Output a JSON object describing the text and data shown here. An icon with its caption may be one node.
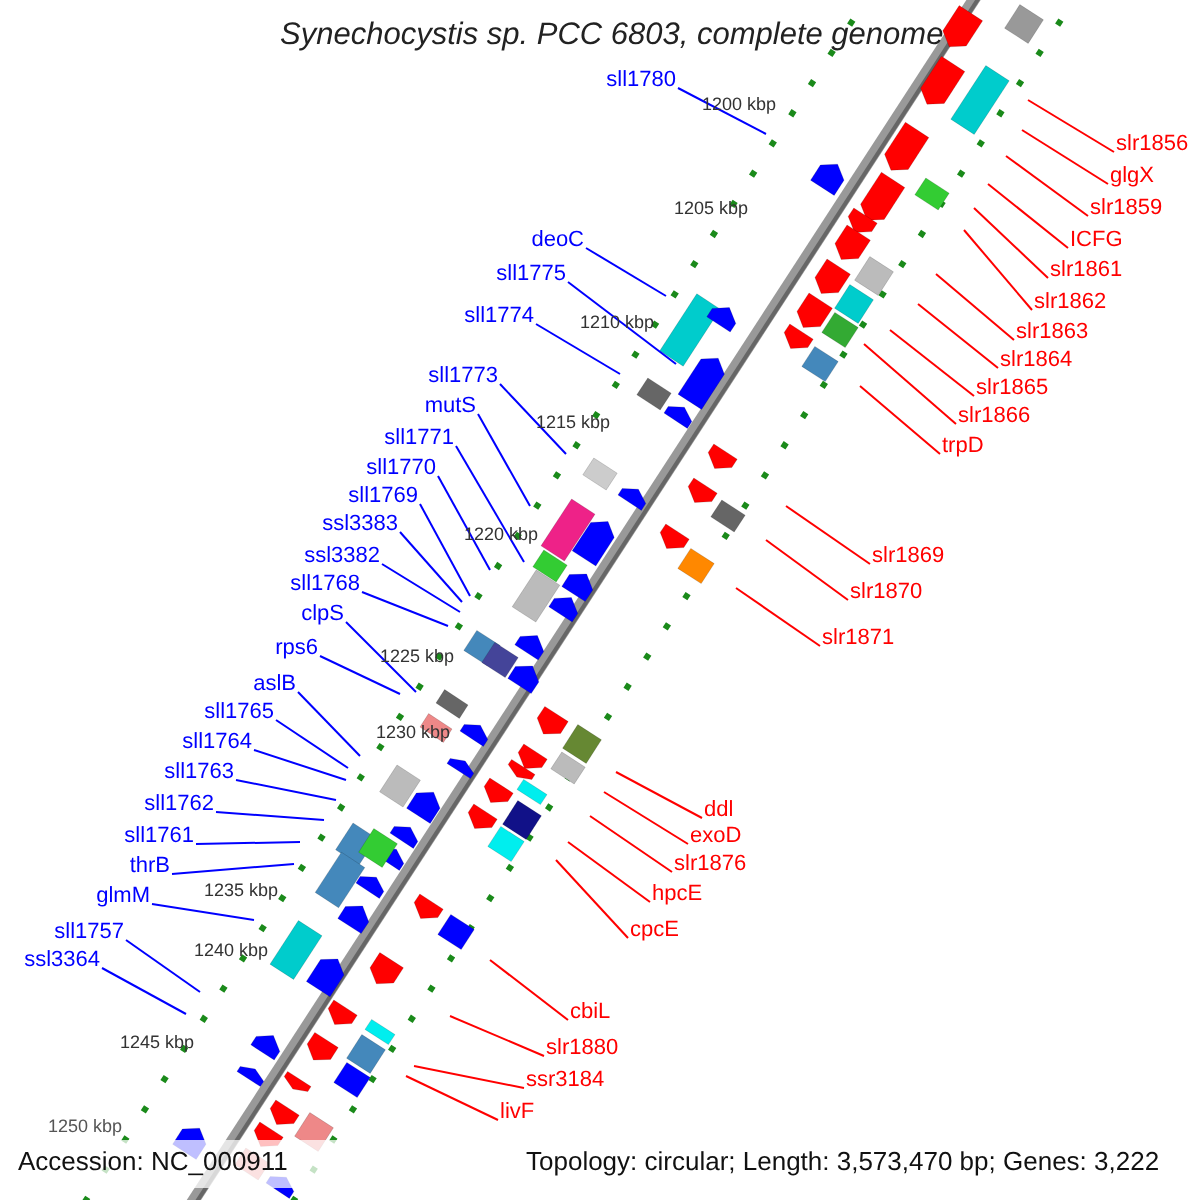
{
  "diagram": {
    "title": "Synechocystis sp. PCC 6803, complete genome",
    "nodes": [
      {
        "text": [
          "sll1780"
        ]
      },
      {
        "text": [
          "deoC"
        ]
      },
      {
        "text": [
          "sll1775"
        ]
      },
      {
        "text": [
          "sll1774"
        ]
      },
      {
        "text": [
          "sll1773"
        ]
      },
      {
        "text": [
          "mutS"
        ]
      },
      {
        "text": [
          "sll1771"
        ]
      },
      {
        "text": [
          "sll1770"
        ]
      },
      {
        "text": [
          "sll1769"
        ]
      },
      {
        "text": [
          "ssl3383"
        ]
      },
      {
        "text": [
          "ssl3382"
        ]
      },
      {
        "text": [
          "sll1768"
        ]
      },
      {
        "text": [
          "clpS"
        ]
      },
      {
        "text": [
          "rps6"
        ]
      },
      {
        "text": [
          "aslB"
        ]
      },
      {
        "text": [
          "sll1765"
        ]
      },
      {
        "text": [
          "sll1764"
        ]
      },
      {
        "text": [
          "sll1763"
        ]
      },
      {
        "text": [
          "sll1762"
        ]
      },
      {
        "text": [
          "sll1761"
        ]
      },
      {
        "text": [
          "thrB"
        ]
      },
      {
        "text": [
          "glmM"
        ]
      },
      {
        "text": [
          "sll1757"
        ]
      },
      {
        "text": [
          "ssl3364"
        ]
      },
      {
        "text": [
          "slr1856"
        ]
      },
      {
        "text": [
          "glgX"
        ]
      },
      {
        "text": [
          "slr1859"
        ]
      },
      {
        "text": [
          "ICFG"
        ]
      },
      {
        "text": [
          "slr1861"
        ]
      },
      {
        "text": [
          "slr1862"
        ]
      },
      {
        "text": [
          "slr1863"
        ]
      },
      {
        "text": [
          "slr1864"
        ]
      },
      {
        "text": [
          "slr1865"
        ]
      },
      {
        "text": [
          "slr1866"
        ]
      },
      {
        "text": [
          "trpD"
        ]
      },
      {
        "text": [
          "slr1869"
        ]
      },
      {
        "text": [
          "slr1870"
        ]
      },
      {
        "text": [
          "slr1871"
        ]
      },
      {
        "text": [
          "ddl"
        ]
      },
      {
        "text": [
          "exoD"
        ]
      },
      {
        "text": [
          "slr1876"
        ]
      },
      {
        "text": [
          "hpcE"
        ]
      },
      {
        "text": [
          "cpcE"
        ]
      },
      {
        "text": [
          "cbiL"
        ]
      },
      {
        "text": [
          "slr1880"
        ]
      },
      {
        "text": [
          "ssr3184"
        ]
      },
      {
        "text": [
          "livF"
        ]
      }
    ],
    "edges": [
      {
        "from": 0,
        "to": null,
        "arrow": "none"
      },
      {
        "from": 1,
        "to": null,
        "arrow": "none"
      },
      {
        "from": 2,
        "to": null,
        "arrow": "none"
      },
      {
        "from": 3,
        "to": null,
        "arrow": "none"
      },
      {
        "from": 4,
        "to": null,
        "arrow": "none"
      },
      {
        "from": 5,
        "to": null,
        "arrow": "none"
      },
      {
        "from": 6,
        "to": null,
        "arrow": "none"
      },
      {
        "from": 7,
        "to": null,
        "arrow": "none"
      },
      {
        "from": 8,
        "to": null,
        "arrow": "none"
      },
      {
        "from": 9,
        "to": null,
        "arrow": "none"
      },
      {
        "from": 10,
        "to": null,
        "arrow": "none"
      },
      {
        "from": 11,
        "to": null,
        "arrow": "none"
      },
      {
        "from": 12,
        "to": null,
        "arrow": "none"
      },
      {
        "from": 13,
        "to": null,
        "arrow": "none"
      },
      {
        "from": 14,
        "to": null,
        "arrow": "none"
      },
      {
        "from": 15,
        "to": null,
        "arrow": "none"
      },
      {
        "from": 16,
        "to": null,
        "arrow": "none"
      },
      {
        "from": 17,
        "to": null,
        "arrow": "none"
      },
      {
        "from": 18,
        "to": null,
        "arrow": "none"
      },
      {
        "from": 19,
        "to": null,
        "arrow": "none"
      },
      {
        "from": 20,
        "to": null,
        "arrow": "none"
      },
      {
        "from": 21,
        "to": null,
        "arrow": "none"
      },
      {
        "from": 22,
        "to": null,
        "arrow": "none"
      },
      {
        "from": 23,
        "to": null,
        "arrow": "none"
      },
      {
        "from": 24,
        "to": null,
        "arrow": "none",
        "color": "#ff0000"
      },
      {
        "from": 25,
        "to": null,
        "arrow": "none",
        "color": "#ff0000"
      },
      {
        "from": 26,
        "to": null,
        "arrow": "none",
        "color": "#ff0000"
      },
      {
        "from": 27,
        "to": null,
        "arrow": "none",
        "color": "#ff0000"
      },
      {
        "from": 28,
        "to": null,
        "arrow": "none",
        "color": "#ff0000"
      },
      {
        "from": 29,
        "to": null,
        "arrow": "none",
        "color": "#ff0000"
      },
      {
        "from": 30,
        "to": null,
        "arrow": "none",
        "color": "#ff0000"
      },
      {
        "from": 31,
        "to": null,
        "arrow": "none",
        "color": "#ff0000"
      },
      {
        "from": 32,
        "to": null,
        "arrow": "none",
        "color": "#ff0000"
      },
      {
        "from": 33,
        "to": null,
        "arrow": "none",
        "color": "#ff0000"
      },
      {
        "from": 34,
        "to": null,
        "arrow": "none",
        "color": "#ff0000"
      },
      {
        "from": 35,
        "to": null,
        "arrow": "none",
        "color": "#ff0000"
      },
      {
        "from": 36,
        "to": null,
        "arrow": "none",
        "color": "#ff0000"
      },
      {
        "from": 37,
        "to": null,
        "arrow": "none",
        "color": "#ff0000"
      },
      {
        "from": 38,
        "to": null,
        "arrow": "none",
        "color": "#ff0000"
      },
      {
        "from": 39,
        "to": null,
        "arrow": "none",
        "color": "#ff0000"
      },
      {
        "from": 40,
        "to": null,
        "arrow": "none",
        "color": "#ff0000"
      },
      {
        "from": 41,
        "to": null,
        "arrow": "none",
        "color": "#ff0000"
      },
      {
        "from": 42,
        "to": null,
        "arrow": "none",
        "color": "#ff0000"
      },
      {
        "from": 43,
        "to": null,
        "arrow": "none",
        "color": "#ff0000"
      },
      {
        "from": 44,
        "to": null,
        "arrow": "none",
        "color": "#ff0000"
      },
      {
        "from": 45,
        "to": null,
        "arrow": "none",
        "color": "#ff0000"
      },
      {
        "from": 46,
        "to": null,
        "arrow": "none",
        "color": "#ff0000"
      }
    ],
    "labels": [
      "1200 kbp",
      "1205 kbp",
      "1210 kbp",
      "1215 kbp",
      "1220 kbp",
      "1225 kbp",
      "1230 kbp",
      "1235 kbp",
      "1240 kbp",
      "1245 kbp",
      "1250 kbp",
      "Accession: NC_000911",
      "Topology: circular; Length: 3,573,470 bp; Genes: 3,222"
    ]
  }
}
